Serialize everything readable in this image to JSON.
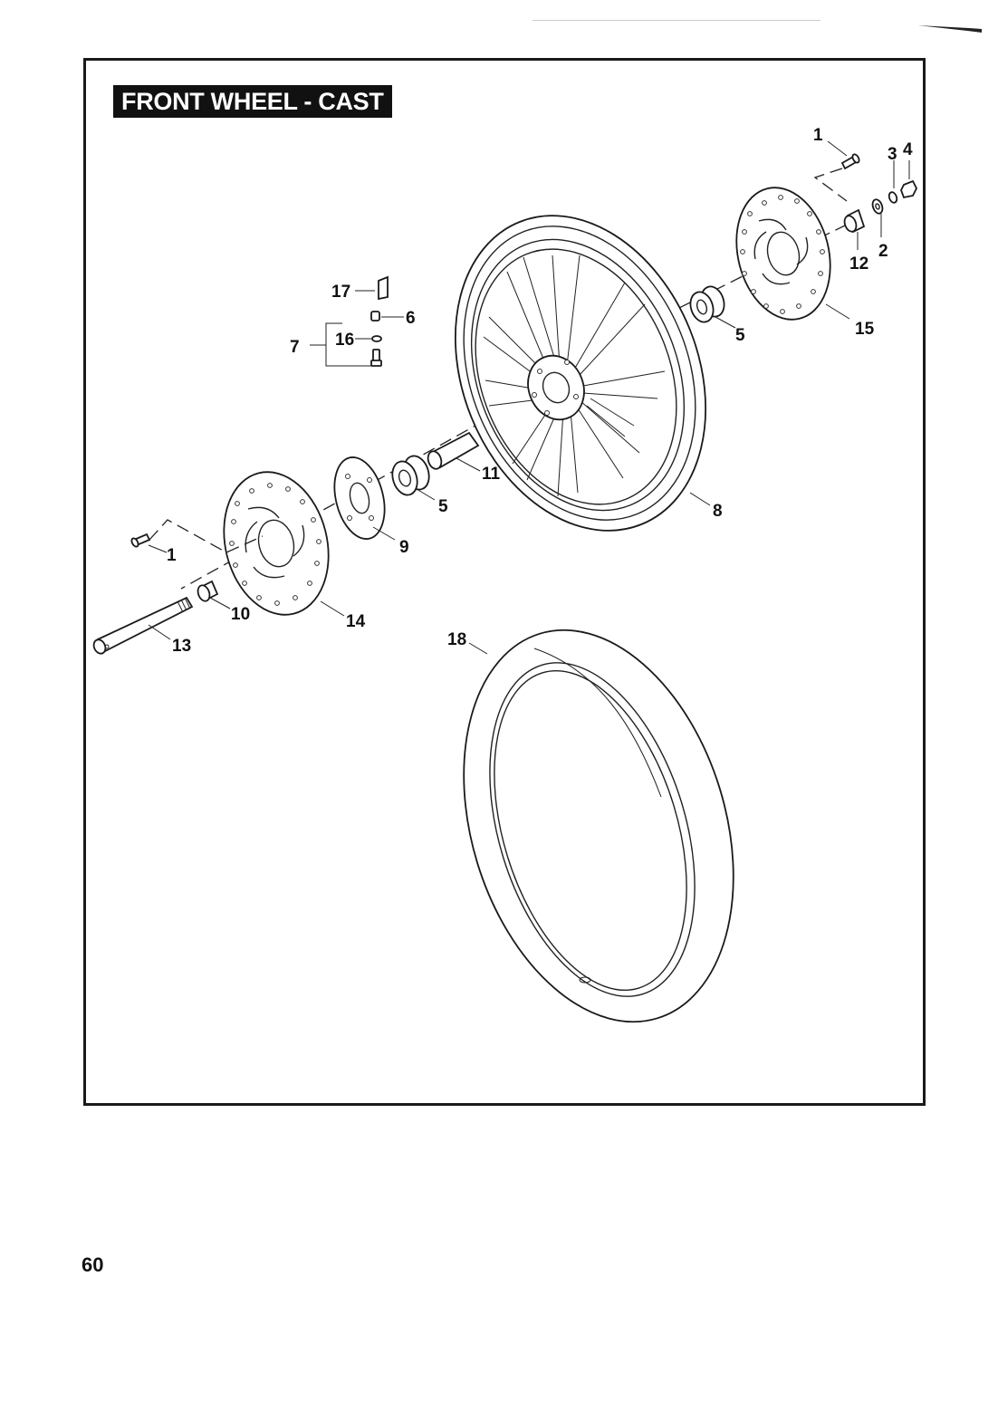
{
  "title": "FRONT WHEEL - CAST",
  "page_number": "60",
  "callouts": {
    "c1a": "1",
    "c3": "3",
    "c4": "4",
    "c12": "12",
    "c2": "2",
    "c15": "15",
    "c5a": "5",
    "c17": "17",
    "c6": "6",
    "c7": "7",
    "c16": "16",
    "c11": "11",
    "c5b": "5",
    "c8": "8",
    "c9": "9",
    "c1b": "1",
    "c10": "10",
    "c14": "14",
    "c13": "13",
    "c18": "18"
  }
}
